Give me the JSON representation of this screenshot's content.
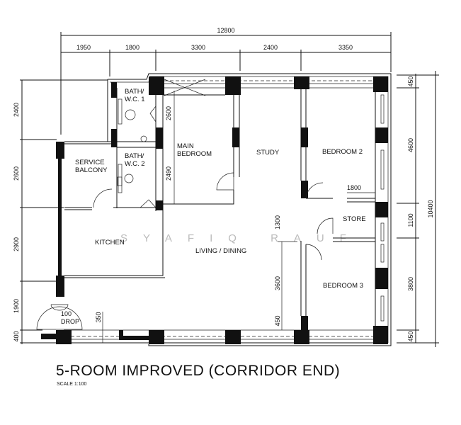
{
  "dimensions": {
    "overall_width": "12800",
    "top_segments": [
      "1950",
      "1800",
      "3300",
      "2400",
      "3350"
    ],
    "left_segments": [
      "2400",
      "2600",
      "2900",
      "1900",
      "400"
    ],
    "right_segments": [
      "450",
      "4600",
      "1100",
      "3800",
      "450"
    ],
    "overall_height": "10400",
    "interior": {
      "bath1_height": "2600",
      "bath2_height": "2490",
      "bedroom2_width": "1800",
      "store_depth": "1300",
      "bedroom3_depth": "3600",
      "bottom_gap": "450",
      "entrance_step": "350"
    }
  },
  "rooms": {
    "bath1": [
      "BATH/",
      "W.C. 1"
    ],
    "bath2": [
      "BATH/",
      "W.C. 2"
    ],
    "main_bedroom": [
      "MAIN",
      "BEDROOM"
    ],
    "study": "STUDY",
    "bedroom2": "BEDROOM 2",
    "service_balcony": [
      "SERVICE",
      "BALCONY"
    ],
    "kitchen": "KITCHEN",
    "living_dining": "LIVING / DINING",
    "store": "STORE",
    "bedroom3": "BEDROOM 3"
  },
  "entrance_drop": [
    "100",
    "DROP"
  ],
  "watermark": "SYAFIQ RAUF",
  "title": "5-ROOM IMPROVED (CORRIDOR END)",
  "scale": "SCALE   1:100"
}
